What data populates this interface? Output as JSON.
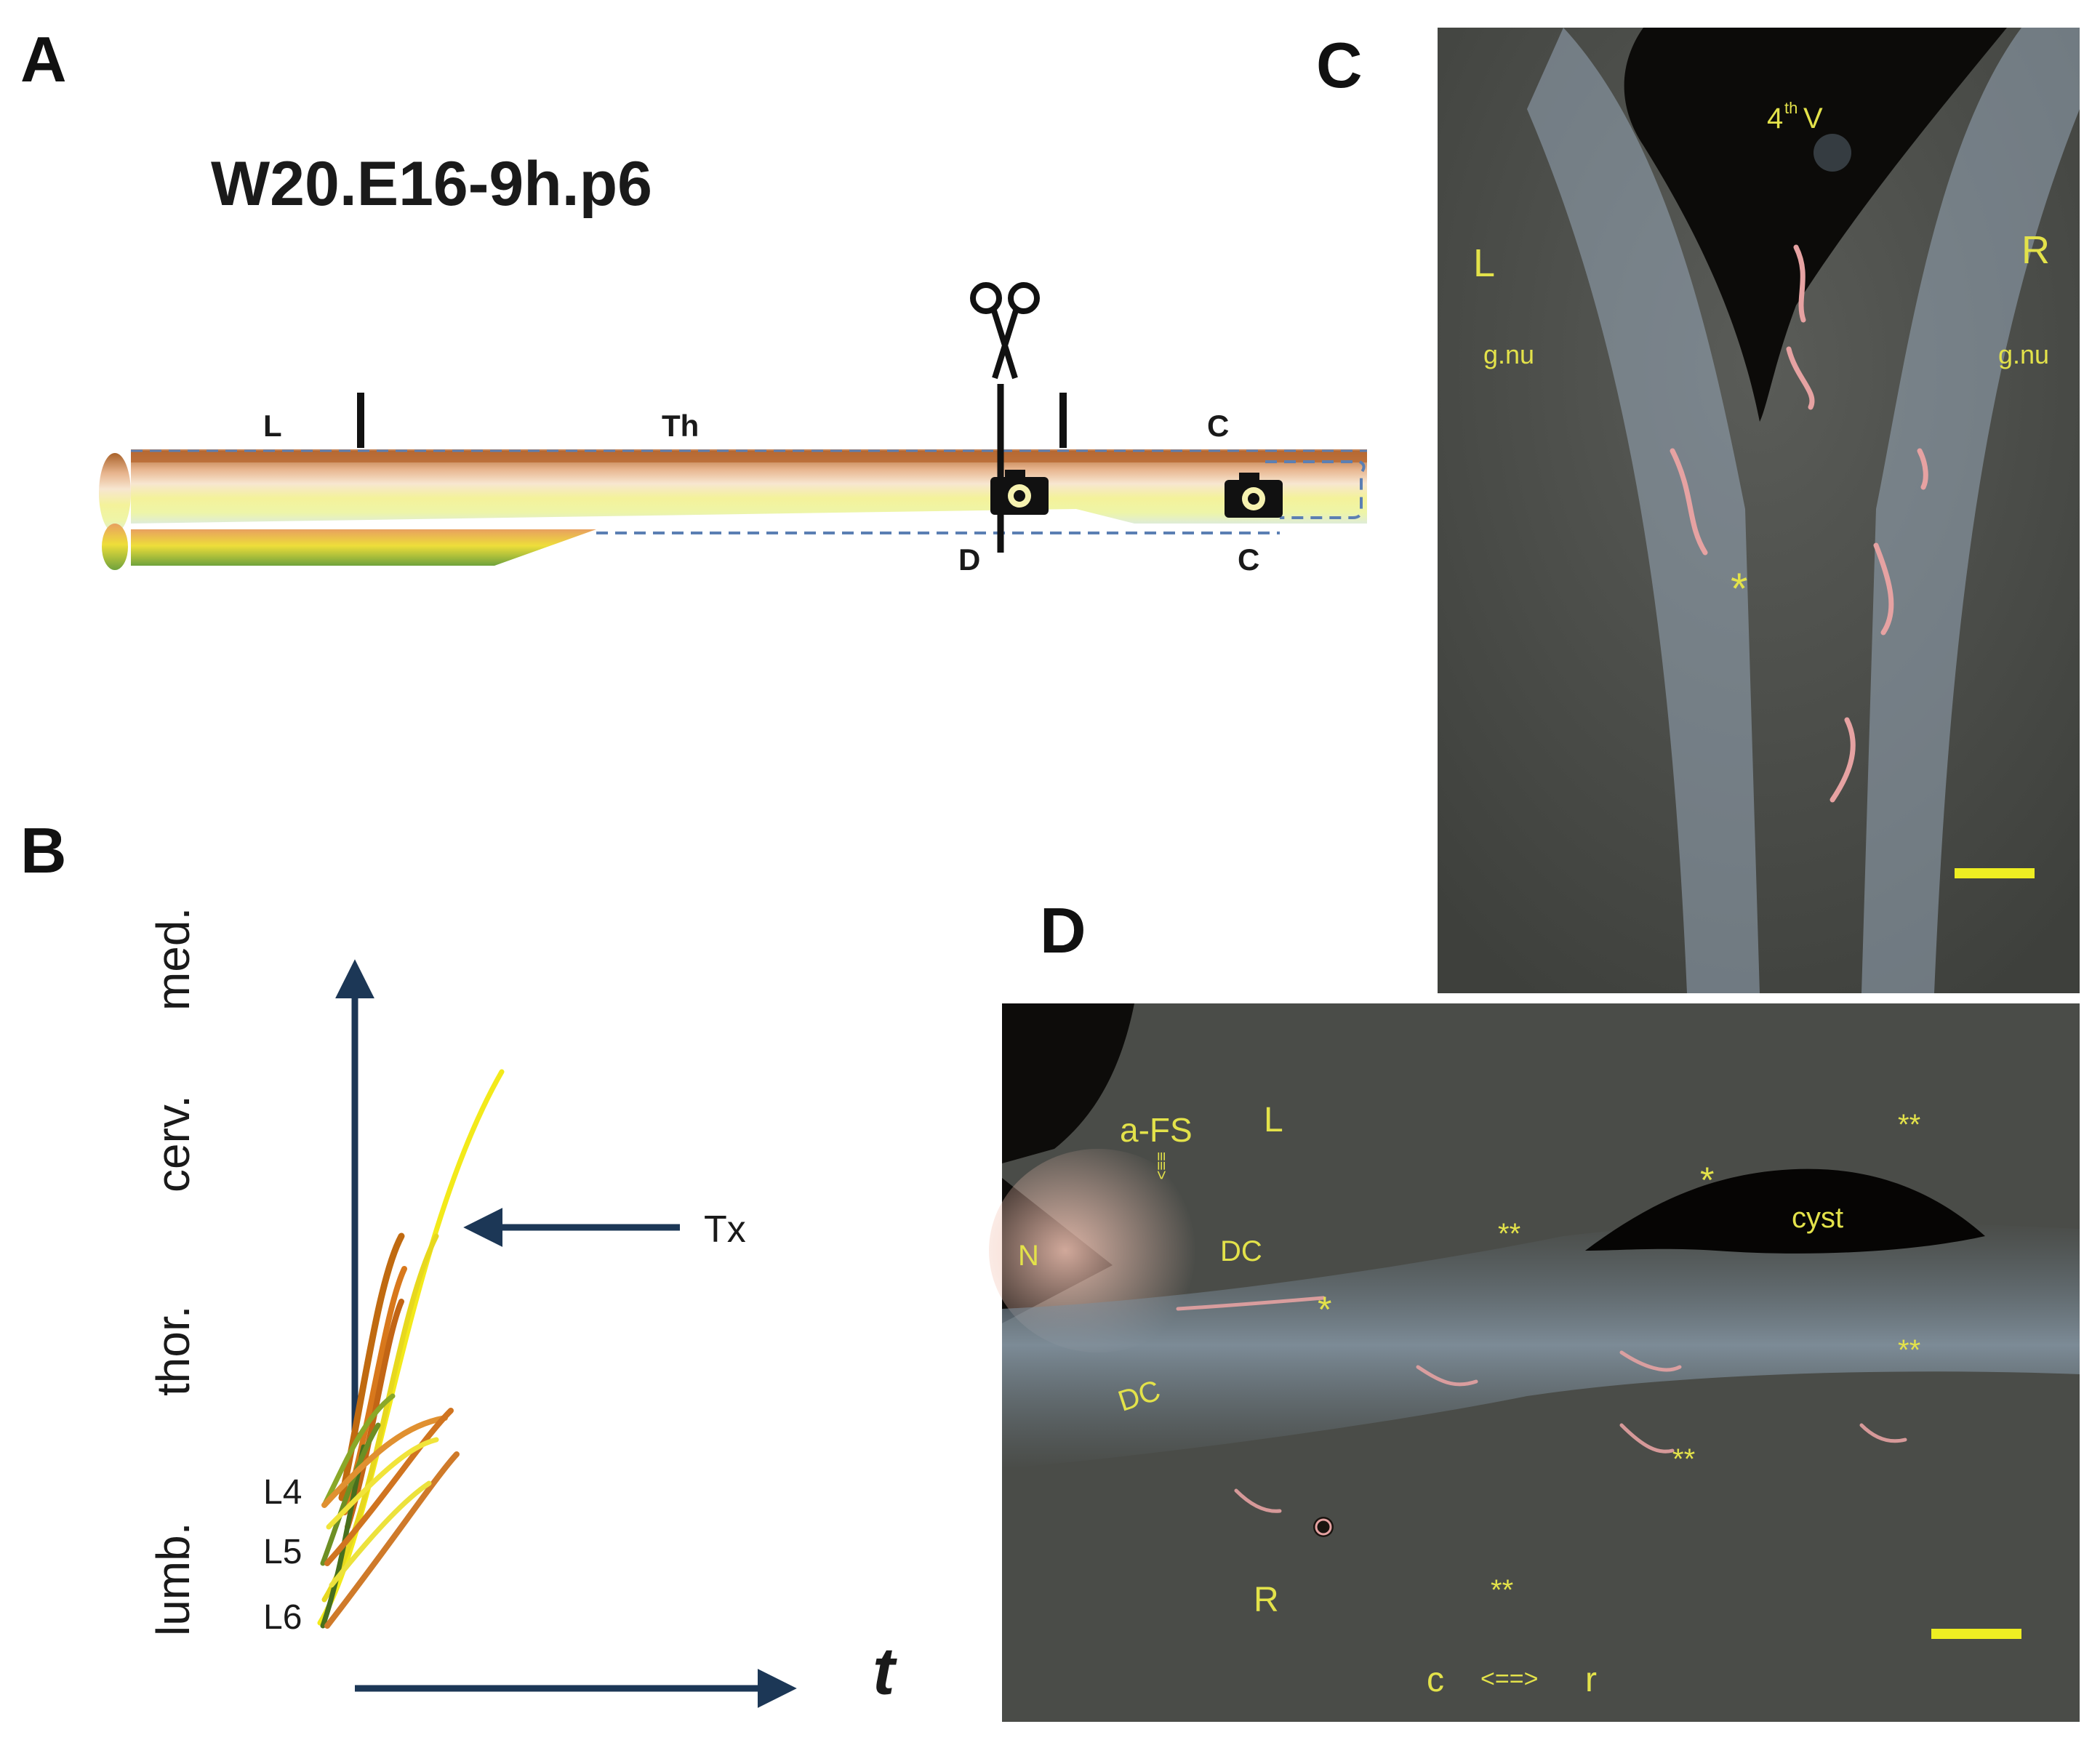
{
  "panels": {
    "A": {
      "letter": "A",
      "title": "W20.E16-9h.p6",
      "segments": {
        "lumbar": "L",
        "thoracic": "Th",
        "cervical": "C"
      },
      "section_marks": {
        "d": "D",
        "c": "C"
      }
    },
    "B": {
      "letter": "B",
      "y_axis_regions": [
        "lumb.",
        "thor.",
        "cerv.",
        "med."
      ],
      "levels": [
        "L4",
        "L5",
        "L6"
      ],
      "arrow_label": "Tx",
      "x_axis_label": "t"
    },
    "C": {
      "letter": "C",
      "labels": {
        "ventricle": "4",
        "ventricle_sup": "th",
        "ventricle_v": "V",
        "left": "L",
        "right": "R",
        "gnu_left": "g.nu",
        "gnu_right": "g.nu",
        "star": "*"
      }
    },
    "D": {
      "letter": "D",
      "labels": {
        "n": "N",
        "afs": "a-FS",
        "afs_arrow": "≡≡>",
        "l": "L",
        "dc_upper": "DC",
        "dc_lower": "DC",
        "star1": "*",
        "star2": "*",
        "dstar1": "**",
        "dstar2": "**",
        "dstar3": "**",
        "dstar4": "**",
        "dstar5": "**",
        "cyst": "cyst",
        "r": "R",
        "c": "c",
        "arrow": "<==>",
        "rr": "r"
      }
    }
  },
  "colors": {
    "micrograph_bg": "#4a4c48",
    "label_yellow": "#e3e24a",
    "scale_bar": "#eeee22",
    "axis_blue": "#1c3756"
  }
}
